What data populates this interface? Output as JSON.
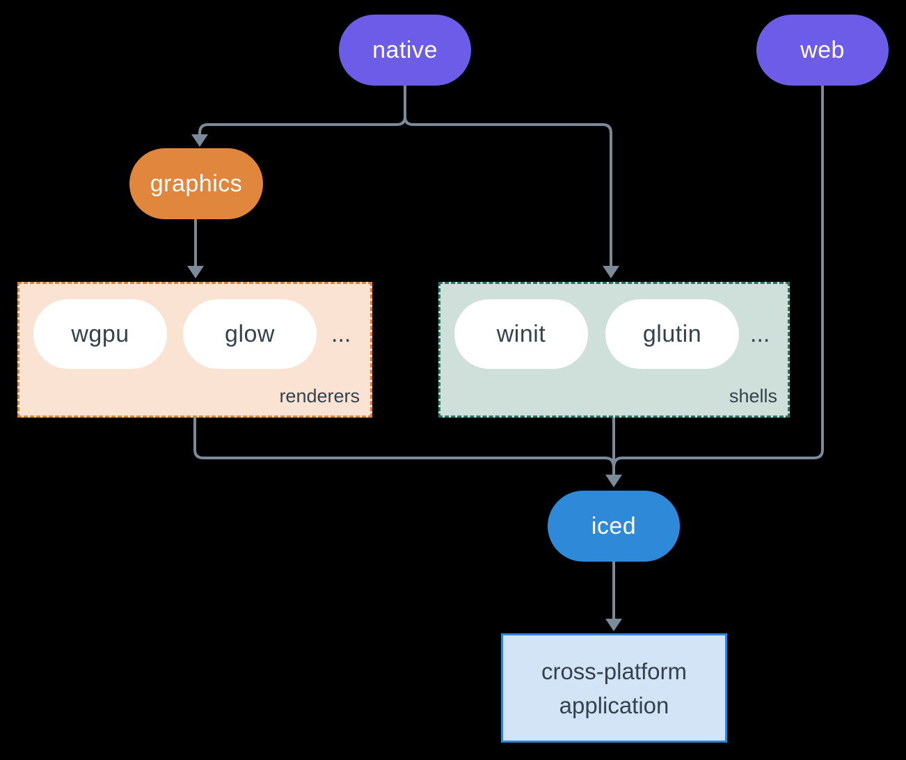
{
  "colors": {
    "background": "#000000",
    "purple": "#6c5ce7",
    "orange": "#e0863d",
    "orange_border": "#e0832f",
    "peach_bg": "#fae3d3",
    "teal_border": "#2c7262",
    "sage_bg": "#cfe0da",
    "blue": "#2e89d8",
    "app_bg": "#d4e4f7",
    "app_border": "#2e86d8",
    "line": "#7b8b9a",
    "dark_text": "#33424d"
  },
  "nodes": {
    "native": "native",
    "web": "web",
    "graphics": "graphics",
    "iced": "iced"
  },
  "groups": {
    "renderers": {
      "label": "renderers",
      "items": [
        "wgpu",
        "glow"
      ],
      "more": "..."
    },
    "shells": {
      "label": "shells",
      "items": [
        "winit",
        "glutin"
      ],
      "more": "..."
    }
  },
  "application": {
    "line1": "cross-platform",
    "line2": "application"
  }
}
